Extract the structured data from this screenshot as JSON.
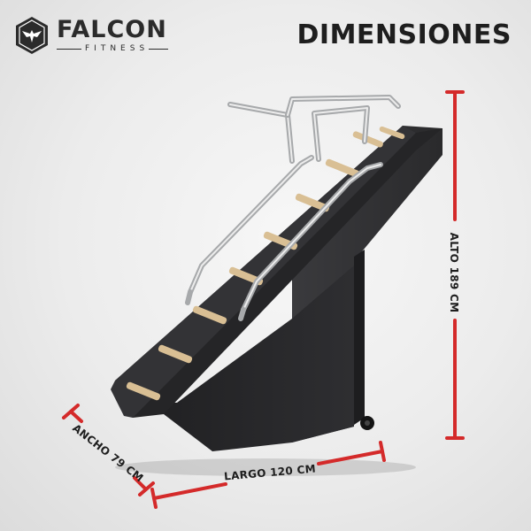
{
  "brand": {
    "name": "FALCON",
    "tagline": "FITNESS"
  },
  "title": "DIMENSIONES",
  "dimensions": {
    "height": "ALTO 189 CM",
    "length": "LARGO 120 CM",
    "width": "ANCHO 79 CM"
  },
  "colors": {
    "dimension_line": "#d42a2a",
    "frame": "#2a2a2c",
    "steps": "#d9bf94",
    "handrails": "#c9cbcd",
    "text": "#1e1e1e"
  }
}
